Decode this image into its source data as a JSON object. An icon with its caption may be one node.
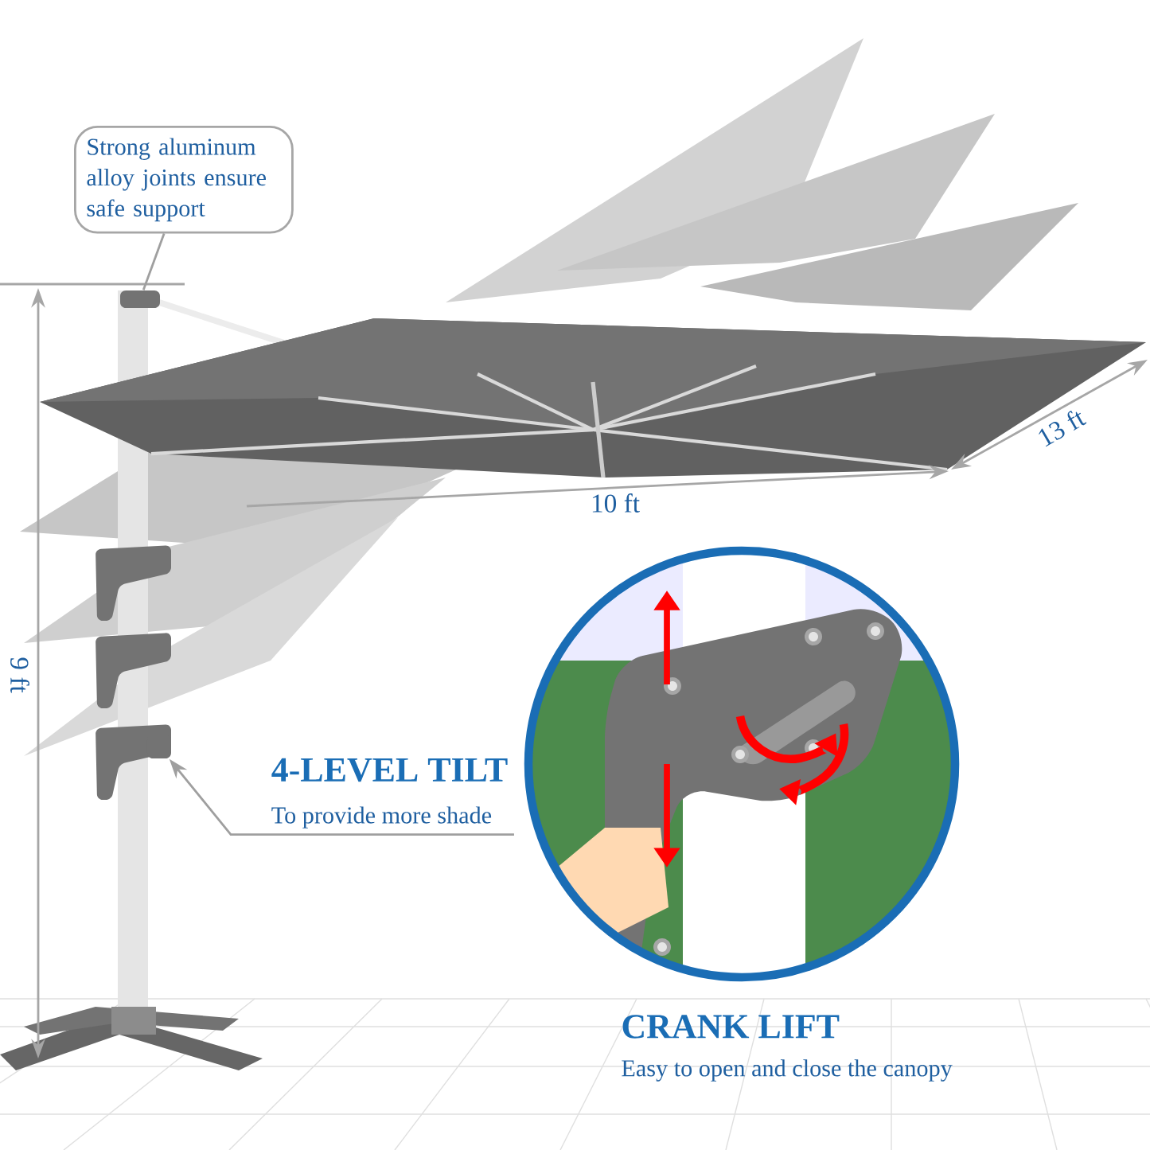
{
  "diagram": {
    "nodes": [
      {
        "text": [
          "Strong aluminum alloy joints ensure safe support"
        ]
      },
      {
        "text": [],
        "shape": "box"
      },
      {
        "text": [
          "4-LEVEL TILT",
          "To provide more shade"
        ]
      },
      {
        "text": [],
        "shape": "box"
      }
    ],
    "edges": [
      {
        "from": 0,
        "to": 1,
        "arrow": "none"
      },
      {
        "from": 2,
        "to": 3,
        "arrow": "to"
      }
    ],
    "labels": [
      "10 ft",
      "13 ft",
      "9 ft",
      "CRANK LIFT",
      "Easy to open and close the canopy"
    ]
  }
}
